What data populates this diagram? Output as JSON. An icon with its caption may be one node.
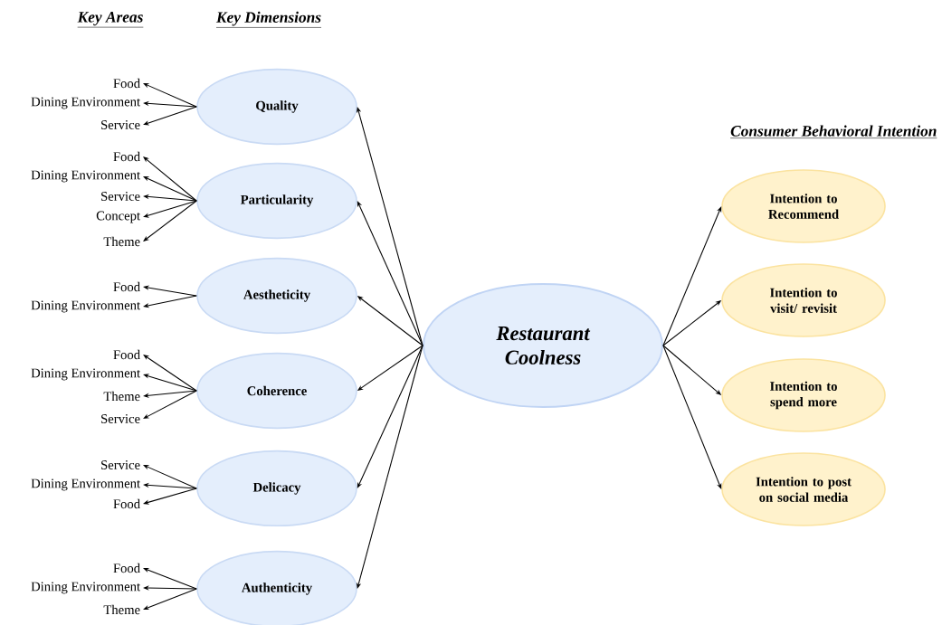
{
  "diagram": {
    "nodes": [
      {
        "text": [
          "Quality"
        ]
      },
      {
        "text": [
          "Food"
        ]
      },
      {
        "text": [
          "Dining Environment"
        ]
      },
      {
        "text": [
          "Service"
        ]
      },
      {
        "text": [
          "Particularity"
        ]
      },
      {
        "text": [
          "Food"
        ]
      },
      {
        "text": [
          "Dining Environment"
        ]
      },
      {
        "text": [
          "Service"
        ]
      },
      {
        "text": [
          "Concept"
        ]
      },
      {
        "text": [
          "Theme"
        ]
      },
      {
        "text": [
          "Aestheticity"
        ]
      },
      {
        "text": [
          "Food"
        ]
      },
      {
        "text": [
          "Dining Environment"
        ]
      },
      {
        "text": [
          "Coherence"
        ]
      },
      {
        "text": [
          "Food"
        ]
      },
      {
        "text": [
          "Dining Environment"
        ]
      },
      {
        "text": [
          "Theme"
        ]
      },
      {
        "text": [
          "Service"
        ]
      },
      {
        "text": [
          "Delicacy"
        ]
      },
      {
        "text": [
          "Service"
        ]
      },
      {
        "text": [
          "Dining Environment"
        ]
      },
      {
        "text": [
          "Food"
        ]
      },
      {
        "text": [
          "Authenticity"
        ]
      },
      {
        "text": [
          "Food"
        ]
      },
      {
        "text": [
          "Dining Environment"
        ]
      },
      {
        "text": [
          "Theme"
        ]
      },
      {
        "text": [
          "Restaurant Coolness"
        ]
      },
      {
        "text": [
          "Intention to Recommend"
        ]
      },
      {
        "text": [
          "Intention to visit/ revisit"
        ]
      },
      {
        "text": [
          "Intention to spend more"
        ]
      },
      {
        "text": [
          "Intention to post on social media"
        ]
      }
    ],
    "edges": [
      {
        "from": 0,
        "to": 1,
        "arrow": "to"
      },
      {
        "from": 0,
        "to": 2,
        "arrow": "to"
      },
      {
        "from": 0,
        "to": 3,
        "arrow": "to"
      },
      {
        "from": 4,
        "to": 5,
        "arrow": "to"
      },
      {
        "from": 4,
        "to": 6,
        "arrow": "to"
      },
      {
        "from": 4,
        "to": 7,
        "arrow": "to"
      },
      {
        "from": 4,
        "to": 8,
        "arrow": "to"
      },
      {
        "from": 4,
        "to": 9,
        "arrow": "to"
      },
      {
        "from": 10,
        "to": 11,
        "arrow": "to"
      },
      {
        "from": 10,
        "to": 12,
        "arrow": "to"
      },
      {
        "from": 13,
        "to": 14,
        "arrow": "to"
      },
      {
        "from": 13,
        "to": 15,
        "arrow": "to"
      },
      {
        "from": 13,
        "to": 16,
        "arrow": "to"
      },
      {
        "from": 13,
        "to": 17,
        "arrow": "to"
      },
      {
        "from": 18,
        "to": 19,
        "arrow": "to"
      },
      {
        "from": 18,
        "to": 20,
        "arrow": "to"
      },
      {
        "from": 18,
        "to": 21,
        "arrow": "to"
      },
      {
        "from": 22,
        "to": 23,
        "arrow": "to"
      },
      {
        "from": 22,
        "to": 24,
        "arrow": "to"
      },
      {
        "from": 22,
        "to": 25,
        "arrow": "to"
      },
      {
        "from": 26,
        "to": 0,
        "arrow": "to"
      },
      {
        "from": 26,
        "to": 4,
        "arrow": "to"
      },
      {
        "from": 26,
        "to": 10,
        "arrow": "to"
      },
      {
        "from": 26,
        "to": 13,
        "arrow": "to"
      },
      {
        "from": 26,
        "to": 18,
        "arrow": "to"
      },
      {
        "from": 26,
        "to": 22,
        "arrow": "to"
      },
      {
        "from": 26,
        "to": 27,
        "arrow": "to"
      },
      {
        "from": 26,
        "to": 28,
        "arrow": "to"
      },
      {
        "from": 26,
        "to": 29,
        "arrow": "to"
      },
      {
        "from": 26,
        "to": 30,
        "arrow": "to"
      }
    ],
    "labels": [
      "Key Areas",
      "Key Dimensions",
      "Consumer Behavioral Intention"
    ]
  }
}
